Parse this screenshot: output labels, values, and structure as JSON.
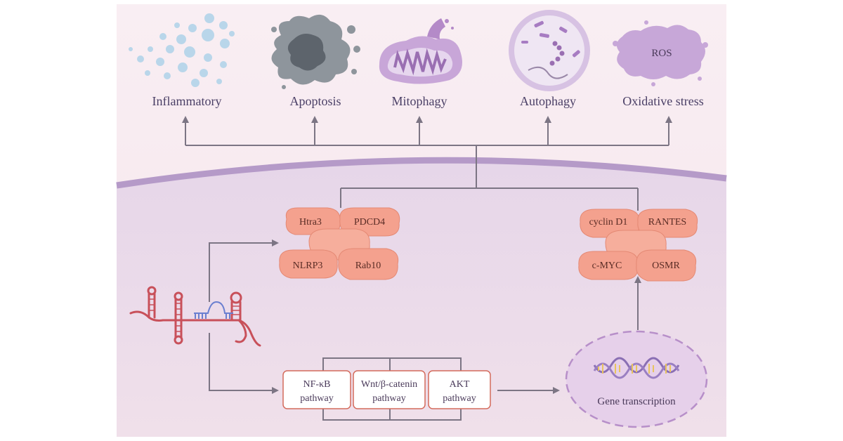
{
  "outcomes": [
    "Inflammatory",
    "Apoptosis",
    "Mitophagy",
    "Autophagy",
    "Oxidative stress"
  ],
  "ros_label": "ROS",
  "left_proteins": [
    "Htra3",
    "PDCD4",
    "NLRP3",
    "Rab10"
  ],
  "right_proteins": [
    "cyclin D1",
    "RANTES",
    "c-MYC",
    "OSMR"
  ],
  "pathways": [
    {
      "line1": "NF-κB",
      "line2": "pathway"
    },
    {
      "line1": "Wnt/β-catenin",
      "line2": "pathway"
    },
    {
      "line1": "AKT",
      "line2": "pathway"
    }
  ],
  "gene_transcription": "Gene transcription",
  "colors": {
    "top_bg": "#f7e9ef",
    "cell_bg": "#e8dbea",
    "membrane": "#b79bc9",
    "arrow": "#7c7584",
    "protein": "#f2a08c",
    "rna": "#c8505a",
    "mirna": "#6a7fd0"
  }
}
